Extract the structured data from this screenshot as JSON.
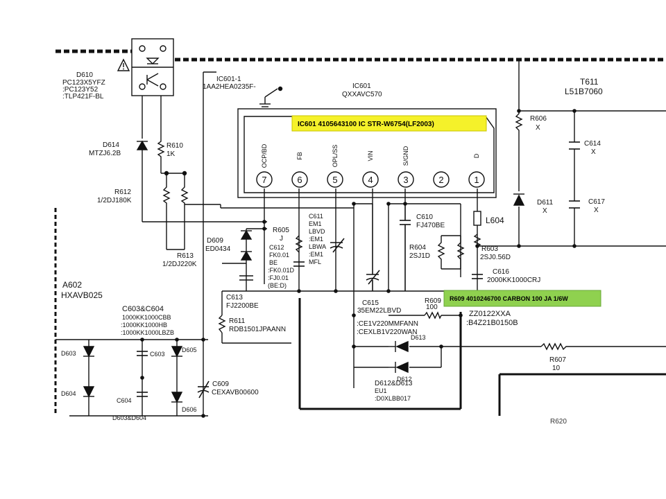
{
  "colors": {
    "line": "#111111",
    "ic_highlight": "#f5f12a",
    "r609_highlight": "#8fd14f"
  },
  "ic601": {
    "name": "IC601",
    "part": "QXXAVC570",
    "highlight": "IC601 4105643100   IC STR-W6754(LF2003)",
    "pins": [
      {
        "num": "7",
        "name": "OCP/BD"
      },
      {
        "num": "6",
        "name": "FB"
      },
      {
        "num": "5",
        "name": "OPL/SS"
      },
      {
        "num": "4",
        "name": "VIN"
      },
      {
        "num": "3",
        "name": "S/GND"
      },
      {
        "num": "2",
        "name": ""
      },
      {
        "num": "1",
        "name": "D"
      }
    ]
  },
  "r609_highlight": "R609 4010246700 CARBON 100 JA 1/6W",
  "ic601_1": {
    "name": "IC601-1",
    "part": "1AA2HEA0235F-"
  },
  "d610": {
    "name": "D610",
    "line1": "PC123X5YFZ",
    "line2": ":PC123Y52",
    "line3": ":TLP421F-BL"
  },
  "t611": {
    "name": "T611",
    "part": "L51B7060"
  },
  "d614": {
    "name": "D614",
    "part": "MTZJ6.2B"
  },
  "r610": {
    "name": "R610",
    "value": "1K"
  },
  "r612": {
    "name": "R612",
    "value": "1/2DJ180K"
  },
  "r613": {
    "name": "R613",
    "value": "1/2DJ220K"
  },
  "d609": {
    "name": "D609",
    "part": "ED0434"
  },
  "r605": {
    "name": "R605",
    "value": "J"
  },
  "c612": {
    "name": "C612",
    "lines": [
      "FK0.01",
      "BE",
      ":FK0.01D",
      ":FJ0.01",
      "(BE:D)"
    ]
  },
  "c611": {
    "name": "C611",
    "lines": [
      "EM1",
      "LBVD",
      ":EM1",
      "LBWA",
      ":EM1",
      "MFL"
    ]
  },
  "c610": {
    "name": "C610",
    "value": "FJ470BE"
  },
  "r604": {
    "name": "R604",
    "value": "2SJ1D"
  },
  "l604": {
    "name": "L604"
  },
  "r603": {
    "name": "R603",
    "value": "2SJ0.56D"
  },
  "c616": {
    "name": "C616",
    "value": "2000KK1000CRJ"
  },
  "r606": {
    "name": "R606",
    "value": "X"
  },
  "c614": {
    "name": "C614",
    "value": "X"
  },
  "d611": {
    "name": "D611",
    "value": "X"
  },
  "c617": {
    "name": "C617",
    "value": "X"
  },
  "c613": {
    "name": "C613",
    "value": "FJ2200BE"
  },
  "c615": {
    "name": "C615",
    "value": "35EM22LBVD",
    "alt1": ":CE1V220MMFANN",
    "alt2": ":CEXLB1V220WAN"
  },
  "r609": {
    "name": "R609",
    "value": "100"
  },
  "zz": {
    "line1": "ZZ0122XXA",
    "line2": ":B4Z21B0150B"
  },
  "r611": {
    "name": "R611",
    "value": "RDB1501JPAANN"
  },
  "a602": {
    "line1": "A602",
    "line2": "HXAVB025"
  },
  "c603_c604": {
    "title": "C603&C604",
    "line1": "1000KK1000CBB",
    "line2": ":1000KK1000HB",
    "line3": ":1000KK1000LBZB"
  },
  "c603": "C603",
  "c604": "C604",
  "d603": "D603",
  "d604": "D604",
  "d605": "D605",
  "d606": "D606",
  "d603_d604": "D603&D604",
  "c609": {
    "name": "C609",
    "value": "CEXAVB00600"
  },
  "d613": "D613",
  "d612": "D612",
  "d612_d613": {
    "title": "D612&D613",
    "line1": "EU1",
    "line2": ":D0XLBB017"
  },
  "r607": {
    "name": "R607",
    "value": "10"
  },
  "r620_cut": "R620"
}
